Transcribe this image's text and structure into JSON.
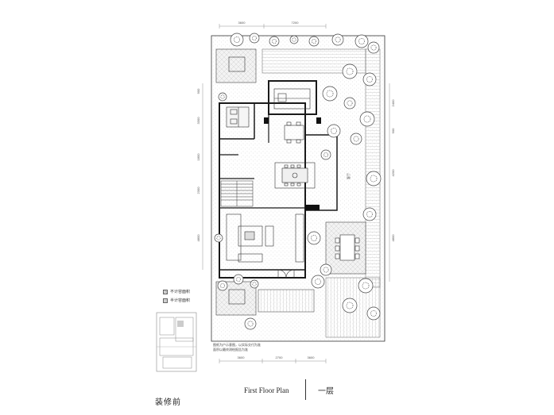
{
  "titles": {
    "english": "First Floor Plan",
    "chinese": "一层",
    "before": "装修前"
  },
  "legend": [
    {
      "label": "不计容面积",
      "style": "hatch"
    },
    {
      "label": "半计容面积",
      "style": "grey"
    }
  ],
  "note_lines": [
    "图纸为户示意图，以实际交付为准",
    "面积以最终测绘报告为准"
  ],
  "dimensions": {
    "top": [
      "3600",
      "7200"
    ],
    "bottom": [
      "3600",
      "2700",
      "3600"
    ],
    "left": [
      "900",
      "3300",
      "1800",
      "2300",
      "4800"
    ],
    "right": [
      "2400",
      "900",
      "4200",
      "4800"
    ],
    "room_label": "客厅"
  },
  "colors": {
    "line": "#333333",
    "wall": "#1a1a1a",
    "tree": "#444444",
    "hatch": "#888888"
  }
}
